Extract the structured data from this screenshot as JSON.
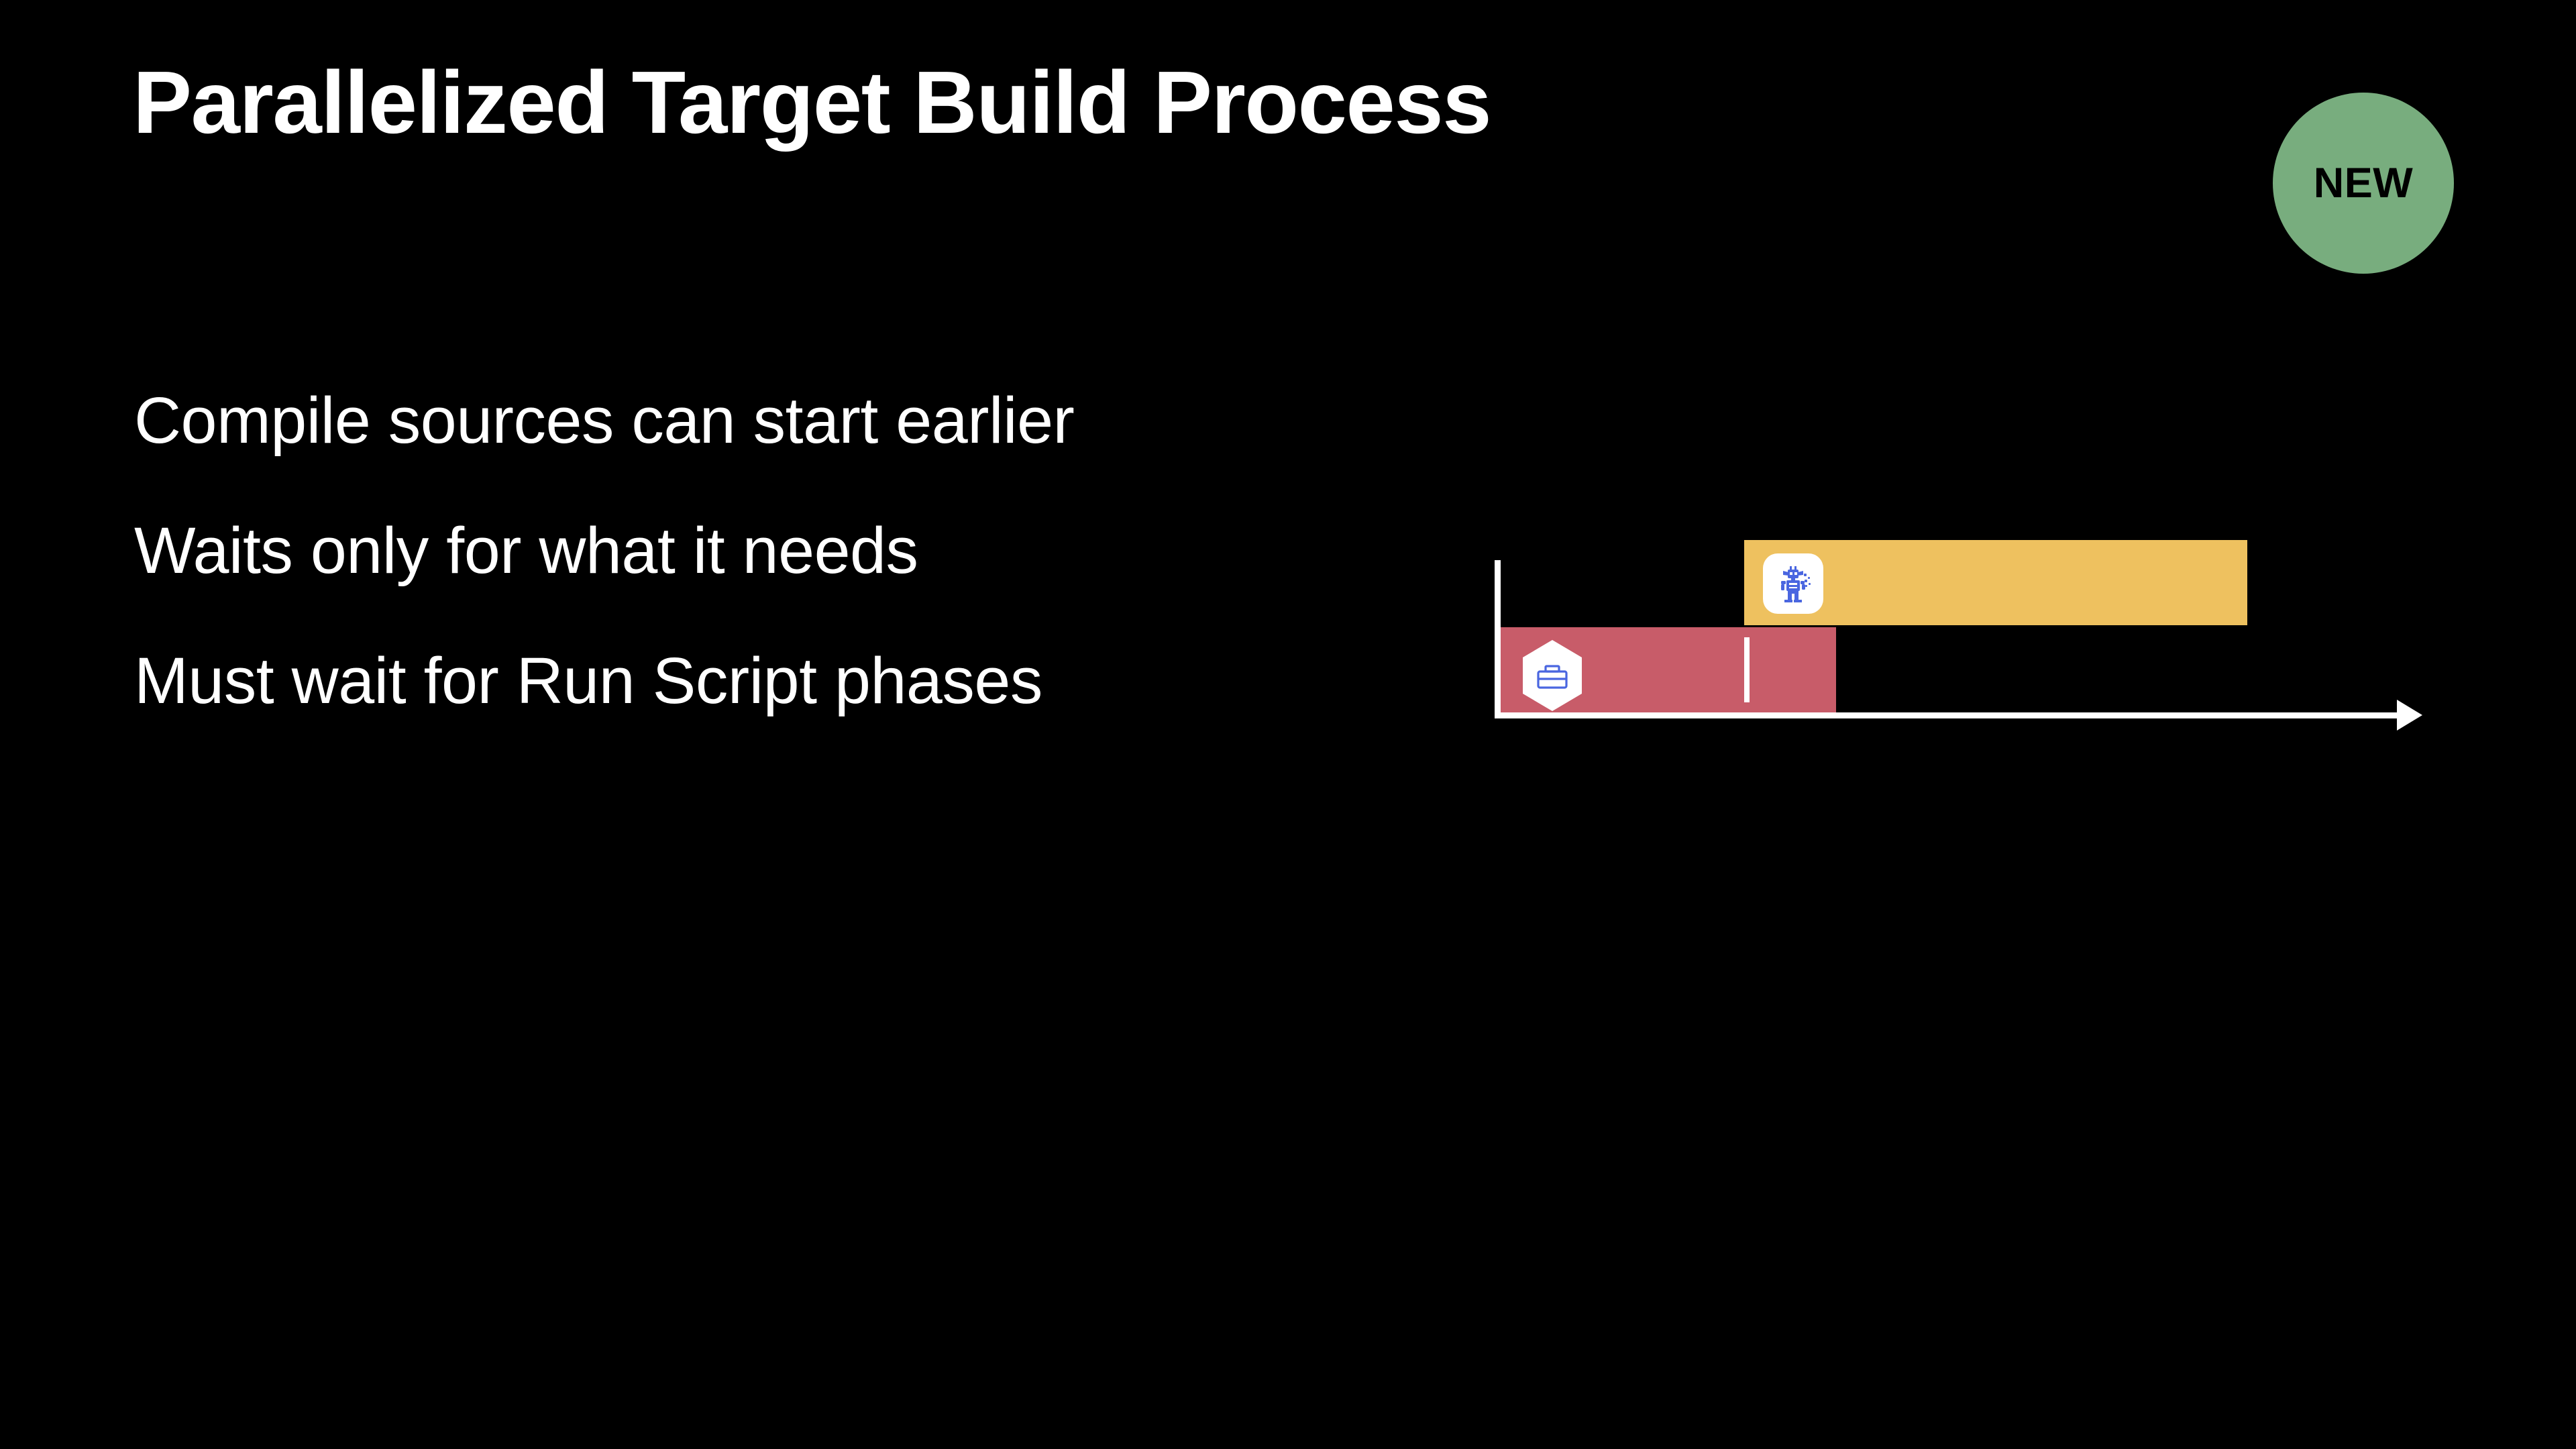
{
  "slide": {
    "background_color": "#000000",
    "title": "Parallelized Target Build Process"
  },
  "badge": {
    "label": "NEW",
    "shape": "circle",
    "fill_color": "#78ad7e",
    "text_color": "#000000"
  },
  "bullets": [
    {
      "text": "Compile sources can start earlier"
    },
    {
      "text": "Waits only for what it needs"
    },
    {
      "text": "Must wait for Run Script phases"
    }
  ],
  "chart_data": {
    "type": "bar",
    "orientation": "horizontal",
    "title": "",
    "xlabel": "",
    "ylabel": "",
    "grid": false,
    "legend": "none",
    "axis_color": "#ffffff",
    "x_axis_has_arrow": true,
    "x_axis_range": [
      0,
      100
    ],
    "categories": [
      "Run Script phases",
      "Compile sources"
    ],
    "series": [
      {
        "name": "Run Script phases",
        "color": "#c85c69",
        "icon": "briefcase-icon",
        "icon_plate": "hexagon",
        "icon_color": "#4a66e0",
        "start": 0,
        "end": 37,
        "lane": 0,
        "internal_divider_at": 27
      },
      {
        "name": "Compile sources",
        "color": "#eec15f",
        "icon": "robot-icon",
        "icon_plate": "rounded-square",
        "icon_color": "#4a66e0",
        "start": 27,
        "end": 83,
        "lane": 1
      }
    ]
  }
}
